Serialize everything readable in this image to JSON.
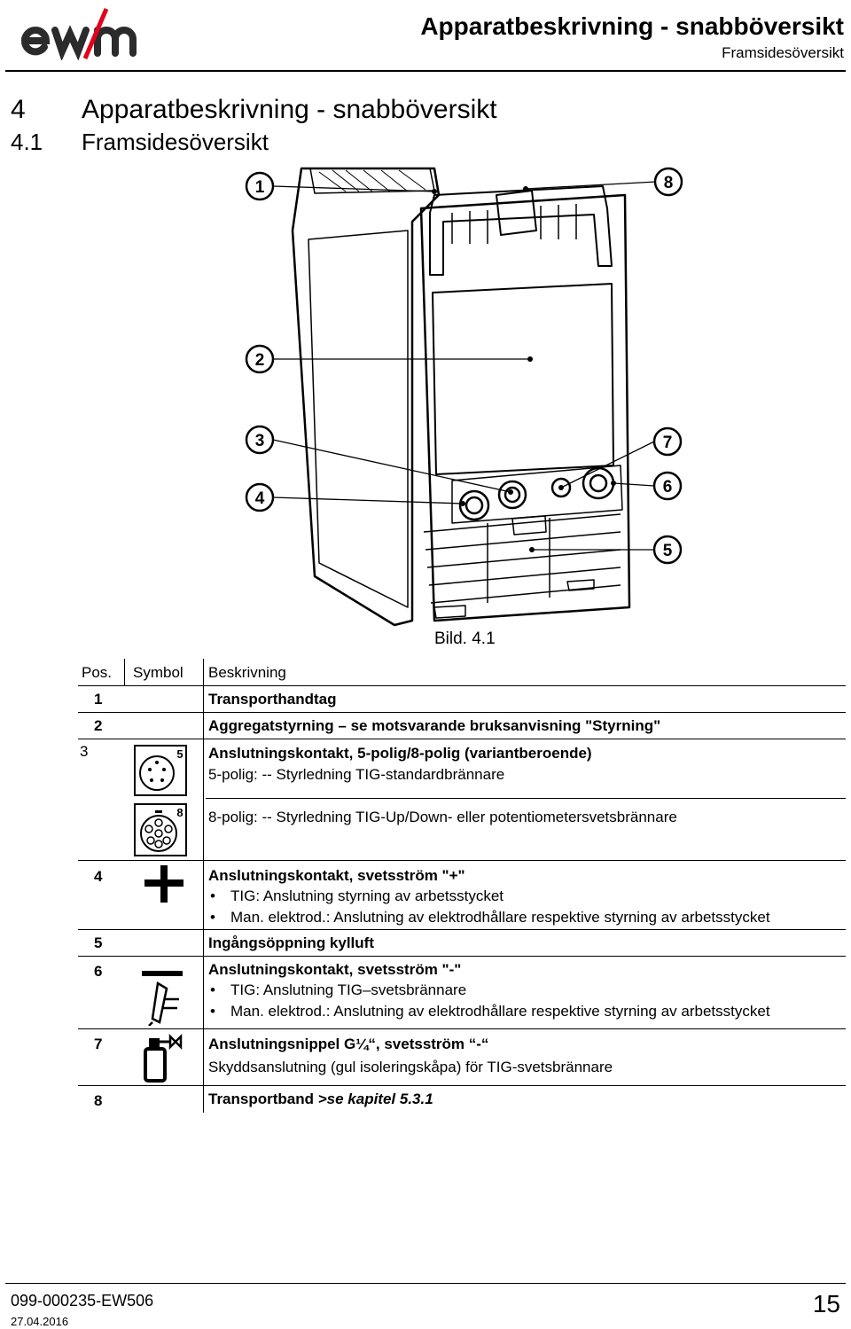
{
  "header": {
    "logo_text": "ewm",
    "title": "Apparatbeskrivning - snabböversikt",
    "subtitle": "Framsidesöversikt"
  },
  "section": {
    "number": "4",
    "title": "Apparatbeskrivning - snabböversikt",
    "sub_number": "4.1",
    "sub_title": "Framsidesöversikt"
  },
  "figure": {
    "caption": "Bild. 4.1",
    "callouts": [
      "1",
      "8",
      "2",
      "3",
      "7",
      "4",
      "6",
      "5"
    ]
  },
  "table": {
    "headers": {
      "pos": "Pos.",
      "symbol": "Symbol",
      "description": "Beskrivning"
    },
    "rows": [
      {
        "pos": "1",
        "title": "Transporthandtag"
      },
      {
        "pos": "2",
        "title": "Aggregatstyrning – se motsvarande bruksanvisning \"Styrning\""
      },
      {
        "pos": "3",
        "title": "Anslutningskontakt, 5-polig/8-polig (variantberoende)",
        "line1": "5-polig: -- Styrledning TIG-standardbrännare",
        "line2": "8-polig: -- Styrledning TIG-Up/Down- eller potentiometersvetsbrännare",
        "symbol_a_label": "5",
        "symbol_b_label": "8"
      },
      {
        "pos": "4",
        "title": "Anslutningskontakt, svetsström \"+\"",
        "bullets": [
          "TIG: Anslutning styrning av arbetsstycket"
        ],
        "last_prefix": "Man. elektrod.",
        "last_rest": ": Anslutning av elektrodhållare respektive styrning av arbetsstycket"
      },
      {
        "pos": "5",
        "title": "Ingångsöppning kylluft"
      },
      {
        "pos": "6",
        "title": "Anslutningskontakt, svetsström \"-\"",
        "bullets": [
          "TIG: Anslutning TIG–svetsbrännare"
        ],
        "last_prefix": "Man. elektrod.",
        "last_rest": ": Anslutning av elektrodhållare respektive styrning av arbetsstycket"
      },
      {
        "pos": "7",
        "title": "Anslutningsnippel G¼“, svetsström “-“",
        "line1": "Skyddsanslutning (gul isoleringskåpa) för TIG-svetsbrännare"
      },
      {
        "pos": "8",
        "title": "Transportband ",
        "ref": ">se kapitel 5.3.1"
      }
    ]
  },
  "footer": {
    "doc_number": "099-000235-EW506",
    "date": "27.04.2016",
    "page": "15"
  },
  "colors": {
    "ink": "#000000",
    "logo_slash": "#e2001a",
    "paper": "#ffffff"
  }
}
